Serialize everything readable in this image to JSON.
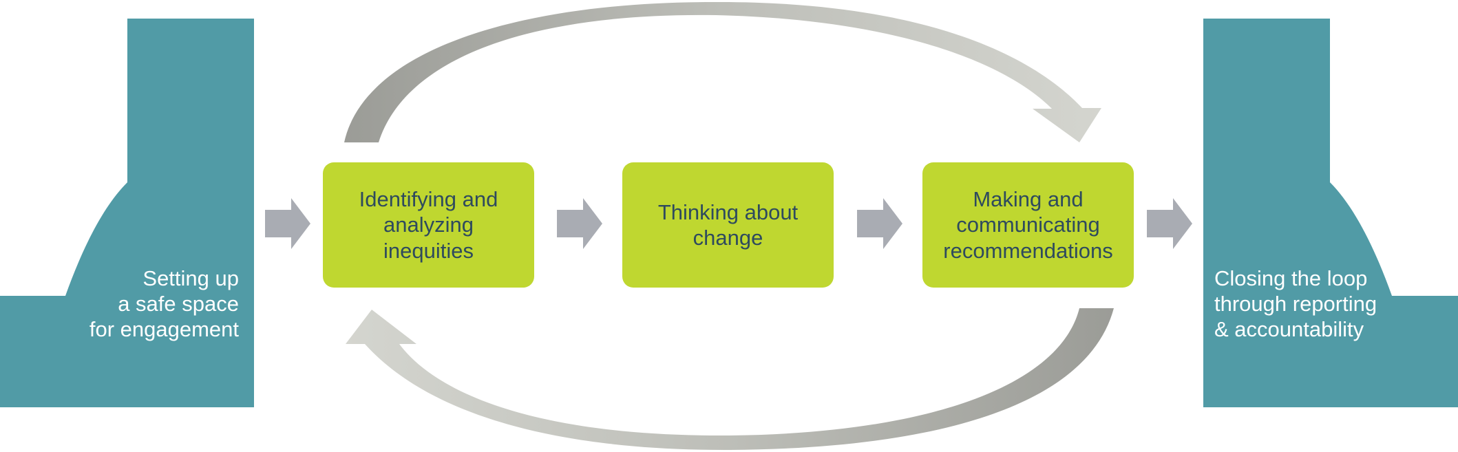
{
  "colors": {
    "pillar": "#519ba6",
    "box": "#bfd730",
    "box_text": "#2e4a5e",
    "side_text": "#ffffff",
    "step_arrow": "#a9acb3",
    "loop_arrow_dark": "#9b9c97",
    "loop_arrow_light": "#cfd0ca"
  },
  "left_pillar": {
    "label_lines": [
      "Setting up",
      "a safe space",
      "for engagement"
    ]
  },
  "right_pillar": {
    "label_lines": [
      "Closing the loop",
      "through reporting",
      "& accountability"
    ]
  },
  "steps": [
    {
      "label_lines": [
        "Identifying and",
        "analyzing",
        "inequities"
      ]
    },
    {
      "label_lines": [
        "Thinking about",
        "change"
      ]
    },
    {
      "label_lines": [
        "Making and",
        "communicating",
        "recommendations"
      ]
    }
  ],
  "icons": {
    "step_arrow": "right-arrow-icon",
    "top_loop": "curved-arrow-right-icon",
    "bottom_loop": "curved-arrow-left-icon"
  }
}
